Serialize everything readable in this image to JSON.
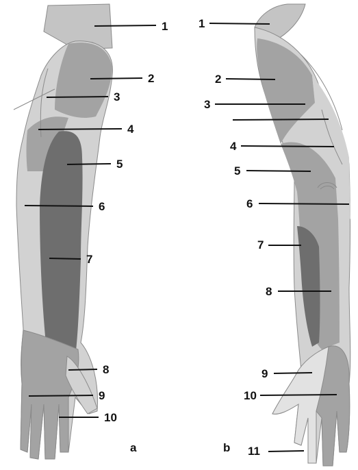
{
  "colors": {
    "background": "#ffffff",
    "skin_light": "#d2d2d2",
    "zone_medium": "#a3a3a3",
    "zone_dark": "#6e6e6e",
    "zone_top": "#c4c4c4",
    "outline": "#8a8a8a",
    "label": "#111111"
  },
  "panels": [
    {
      "id": "a",
      "label": "a",
      "callouts": [
        "1",
        "2",
        "3",
        "4",
        "5",
        "6",
        "7",
        "8",
        "9",
        "10"
      ]
    },
    {
      "id": "b",
      "label": "b",
      "callouts": [
        "1",
        "2",
        "3",
        "4",
        "5",
        "6",
        "7",
        "8",
        "9",
        "10",
        "11"
      ]
    }
  ]
}
